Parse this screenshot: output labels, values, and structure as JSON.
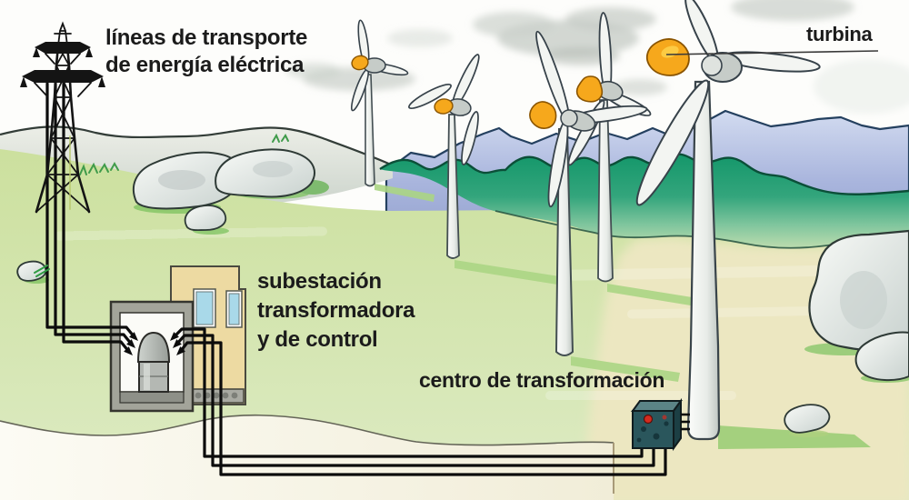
{
  "labels": {
    "power_lines": {
      "line1": "líneas de transporte",
      "line2": "de energía eléctrica"
    },
    "turbine": "turbina",
    "substation": {
      "line1": "subestación",
      "line2": "transformadora",
      "line3": "y de control"
    },
    "transformation_center": "centro de transformación"
  },
  "scene": {
    "turbine_count": 5,
    "colors": {
      "sky": "#fdfdfb",
      "cloud_gray": "#c9cfc9",
      "mountain_blue": "#8b9ac8",
      "hill_dark_green": "#1b9c6c",
      "grass_light_green": "#d3e4aa",
      "ground_pale_yellow": "#ece7c1",
      "rock_white": "#f3f6f3",
      "cable_black": "#0c0c0c",
      "spinner_orange": "#f6a81c",
      "building_tan": "#eddaa2",
      "window_blue": "#a9d9e9",
      "box_dark_teal": "#2a565c",
      "led_red": "#d42b1f",
      "label_text": "#1b1b1b"
    }
  }
}
